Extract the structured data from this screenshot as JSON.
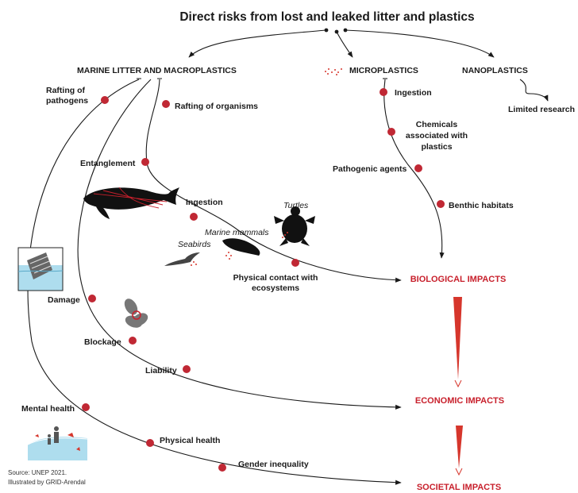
{
  "title": "Direct risks from lost and leaked litter and plastics",
  "categories": {
    "marine": "MARINE LITTER AND MACROPLASTICS",
    "micro": "MICROPLASTICS",
    "nano": "NANOPLASTICS"
  },
  "risks": {
    "rafting_pathogens_1": "Rafting of",
    "rafting_pathogens_2": "pathogens",
    "rafting_organisms": "Rafting of organisms",
    "entanglement": "Entanglement",
    "ingestion_marine": "Ingestion",
    "physical_contact_1": "Physical contact with",
    "physical_contact_2": "ecosystems",
    "damage": "Damage",
    "blockage": "Blockage",
    "liability": "Liability",
    "mental_health": "Mental health",
    "physical_health": "Physical health",
    "gender_inequality": "Gender inequality",
    "ingestion_micro": "Ingestion",
    "chemicals_1": "Chemicals",
    "chemicals_2": "associated with",
    "chemicals_3": "plastics",
    "pathogenic_agents": "Pathogenic agents",
    "benthic_habitats": "Benthic habitats",
    "limited_research": "Limited research"
  },
  "animals": {
    "turtles": "Turtles",
    "marine_mammals": "Marine mammals",
    "seabirds": "Seabirds"
  },
  "impacts": {
    "biological": "BIOLOGICAL IMPACTS",
    "economic": "ECONOMIC IMPACTS",
    "societal": "SOCIETAL IMPACTS"
  },
  "source": {
    "line1": "Source: UNEP 2021.",
    "line2": "Illustrated by GRID-Arendal"
  },
  "colors": {
    "accent_red": "#c8202c",
    "dot_red": "#c02834",
    "ink": "#1a1a1a",
    "water_blue": "#aeddee"
  }
}
